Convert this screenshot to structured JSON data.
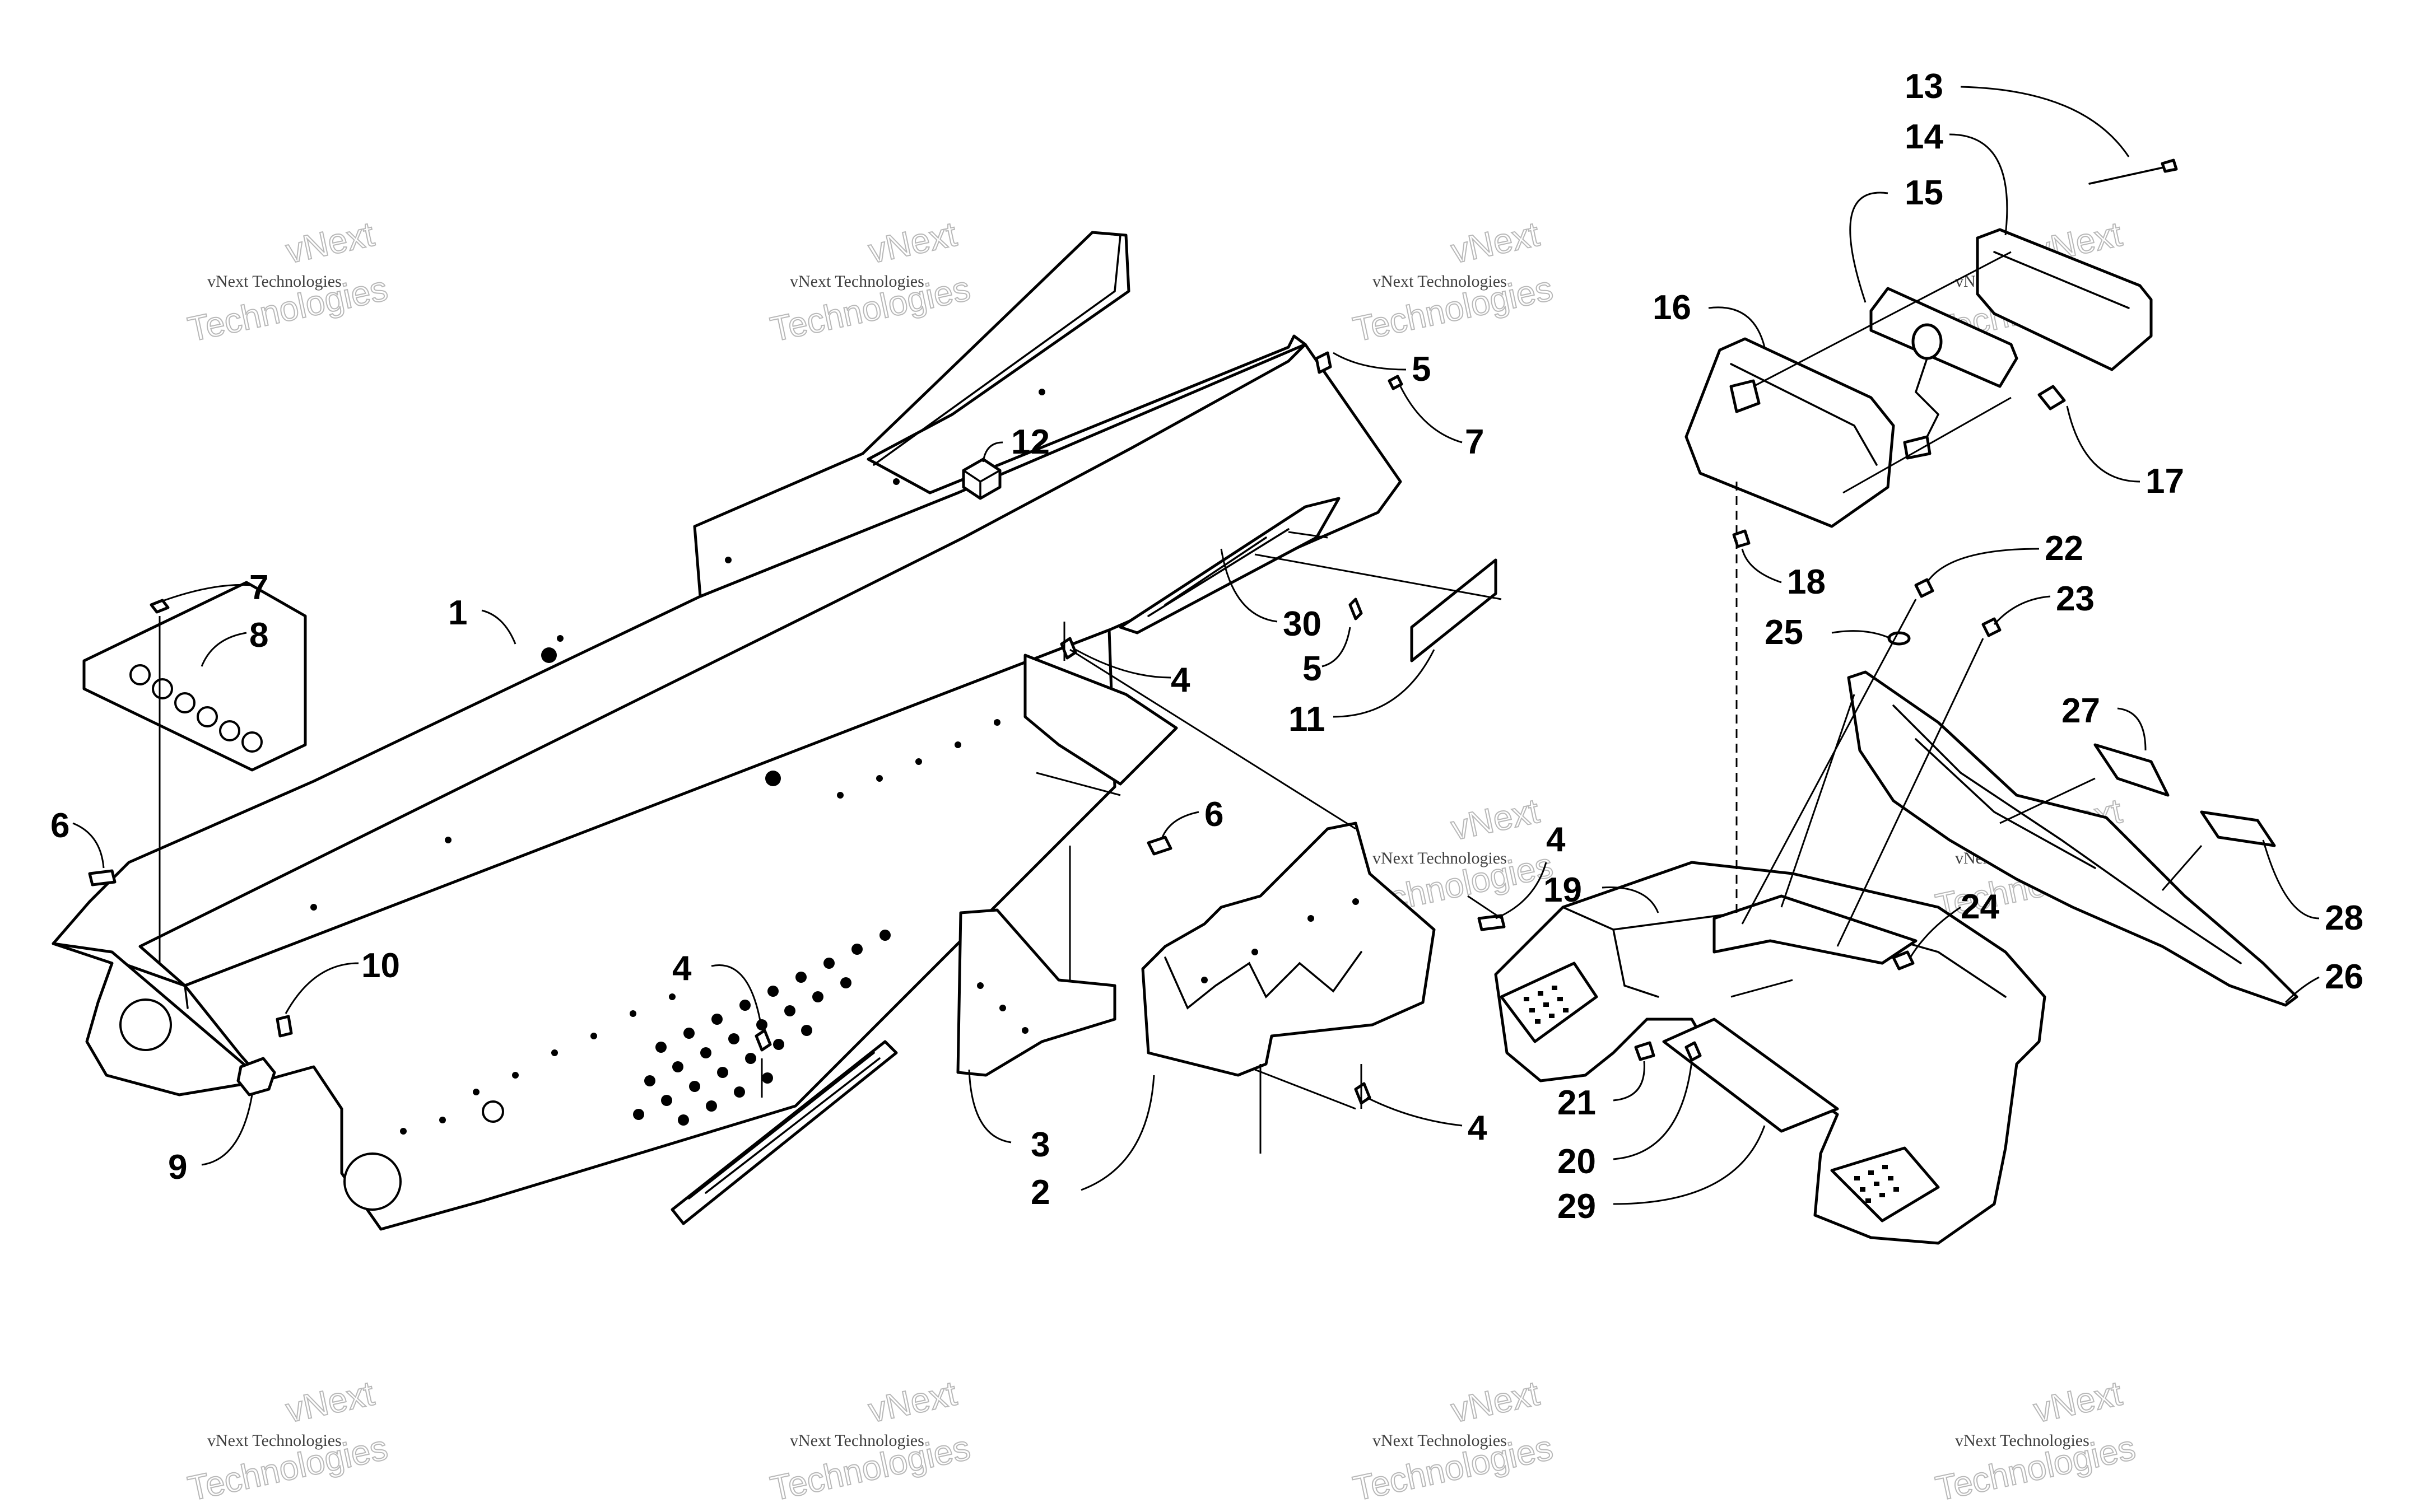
{
  "watermark": {
    "line1": "vNext",
    "line2": "vNext Technologies",
    "line3": "Technologies"
  },
  "callouts": [
    {
      "id": "c1",
      "label": "1"
    },
    {
      "id": "c2",
      "label": "2"
    },
    {
      "id": "c3",
      "label": "3"
    },
    {
      "id": "c4a",
      "label": "4"
    },
    {
      "id": "c4b",
      "label": "4"
    },
    {
      "id": "c4c",
      "label": "4"
    },
    {
      "id": "c4d",
      "label": "4"
    },
    {
      "id": "c5a",
      "label": "5"
    },
    {
      "id": "c5b",
      "label": "5"
    },
    {
      "id": "c6a",
      "label": "6"
    },
    {
      "id": "c6b",
      "label": "6"
    },
    {
      "id": "c7a",
      "label": "7"
    },
    {
      "id": "c7b",
      "label": "7"
    },
    {
      "id": "c8",
      "label": "8"
    },
    {
      "id": "c9",
      "label": "9"
    },
    {
      "id": "c10",
      "label": "10"
    },
    {
      "id": "c11",
      "label": "11"
    },
    {
      "id": "c12",
      "label": "12"
    },
    {
      "id": "c13",
      "label": "13"
    },
    {
      "id": "c14",
      "label": "14"
    },
    {
      "id": "c15",
      "label": "15"
    },
    {
      "id": "c16",
      "label": "16"
    },
    {
      "id": "c17",
      "label": "17"
    },
    {
      "id": "c18",
      "label": "18"
    },
    {
      "id": "c19",
      "label": "19"
    },
    {
      "id": "c20",
      "label": "20"
    },
    {
      "id": "c21",
      "label": "21"
    },
    {
      "id": "c22",
      "label": "22"
    },
    {
      "id": "c23",
      "label": "23"
    },
    {
      "id": "c24",
      "label": "24"
    },
    {
      "id": "c25",
      "label": "25"
    },
    {
      "id": "c26",
      "label": "26"
    },
    {
      "id": "c27",
      "label": "27"
    },
    {
      "id": "c28",
      "label": "28"
    },
    {
      "id": "c29",
      "label": "29"
    },
    {
      "id": "c30",
      "label": "30"
    }
  ]
}
